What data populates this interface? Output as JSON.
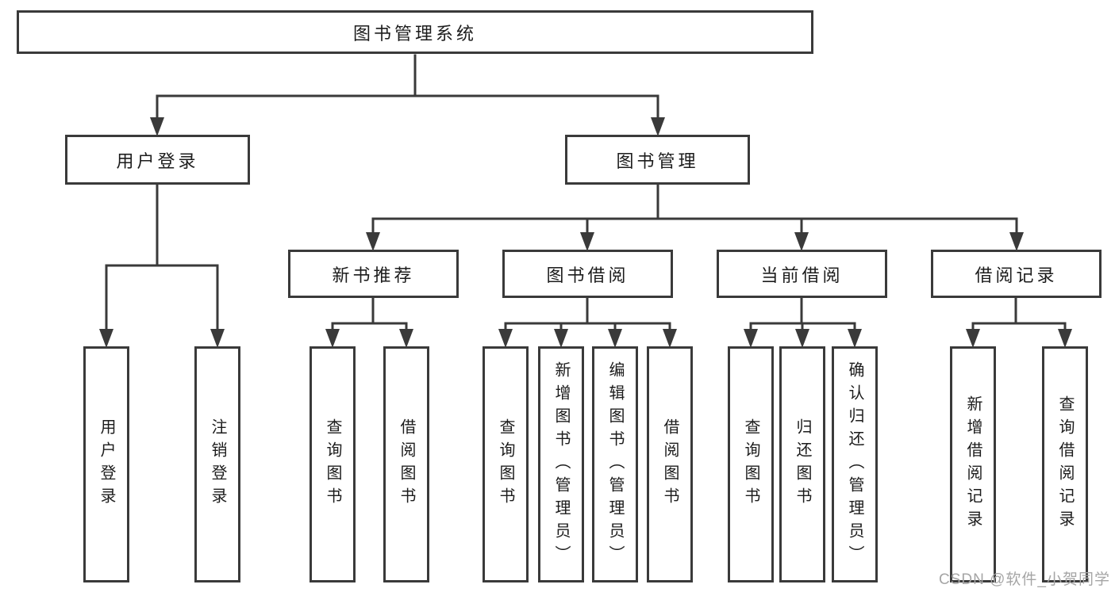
{
  "nodes": {
    "root": {
      "label": "图书管理系统"
    },
    "level2": [
      {
        "label": "用户登录"
      },
      {
        "label": "图书管理"
      }
    ],
    "level3": [
      {
        "label": "新书推荐"
      },
      {
        "label": "图书借阅"
      },
      {
        "label": "当前借阅"
      },
      {
        "label": "借阅记录"
      }
    ],
    "leaves": [
      {
        "label": "用户登录"
      },
      {
        "label": "注销登录"
      },
      {
        "label": "查询图书"
      },
      {
        "label": "借阅图书"
      },
      {
        "label": "查询图书"
      },
      {
        "label": "新增图书（管理员）"
      },
      {
        "label": "编辑图书（管理员）"
      },
      {
        "label": "借阅图书"
      },
      {
        "label": "查询图书"
      },
      {
        "label": "归还图书"
      },
      {
        "label": "确认归还（管理员）"
      },
      {
        "label": "新增借阅记录"
      },
      {
        "label": "查询借阅记录"
      }
    ]
  },
  "watermark": {
    "text": "CSDN @软件_小贺同学"
  },
  "colors": {
    "line": "#3a3a3a",
    "box_fill": "#ffffff",
    "text": "#1c1c1c",
    "watermark": "#a5a5a5",
    "background": "#ffffff"
  }
}
